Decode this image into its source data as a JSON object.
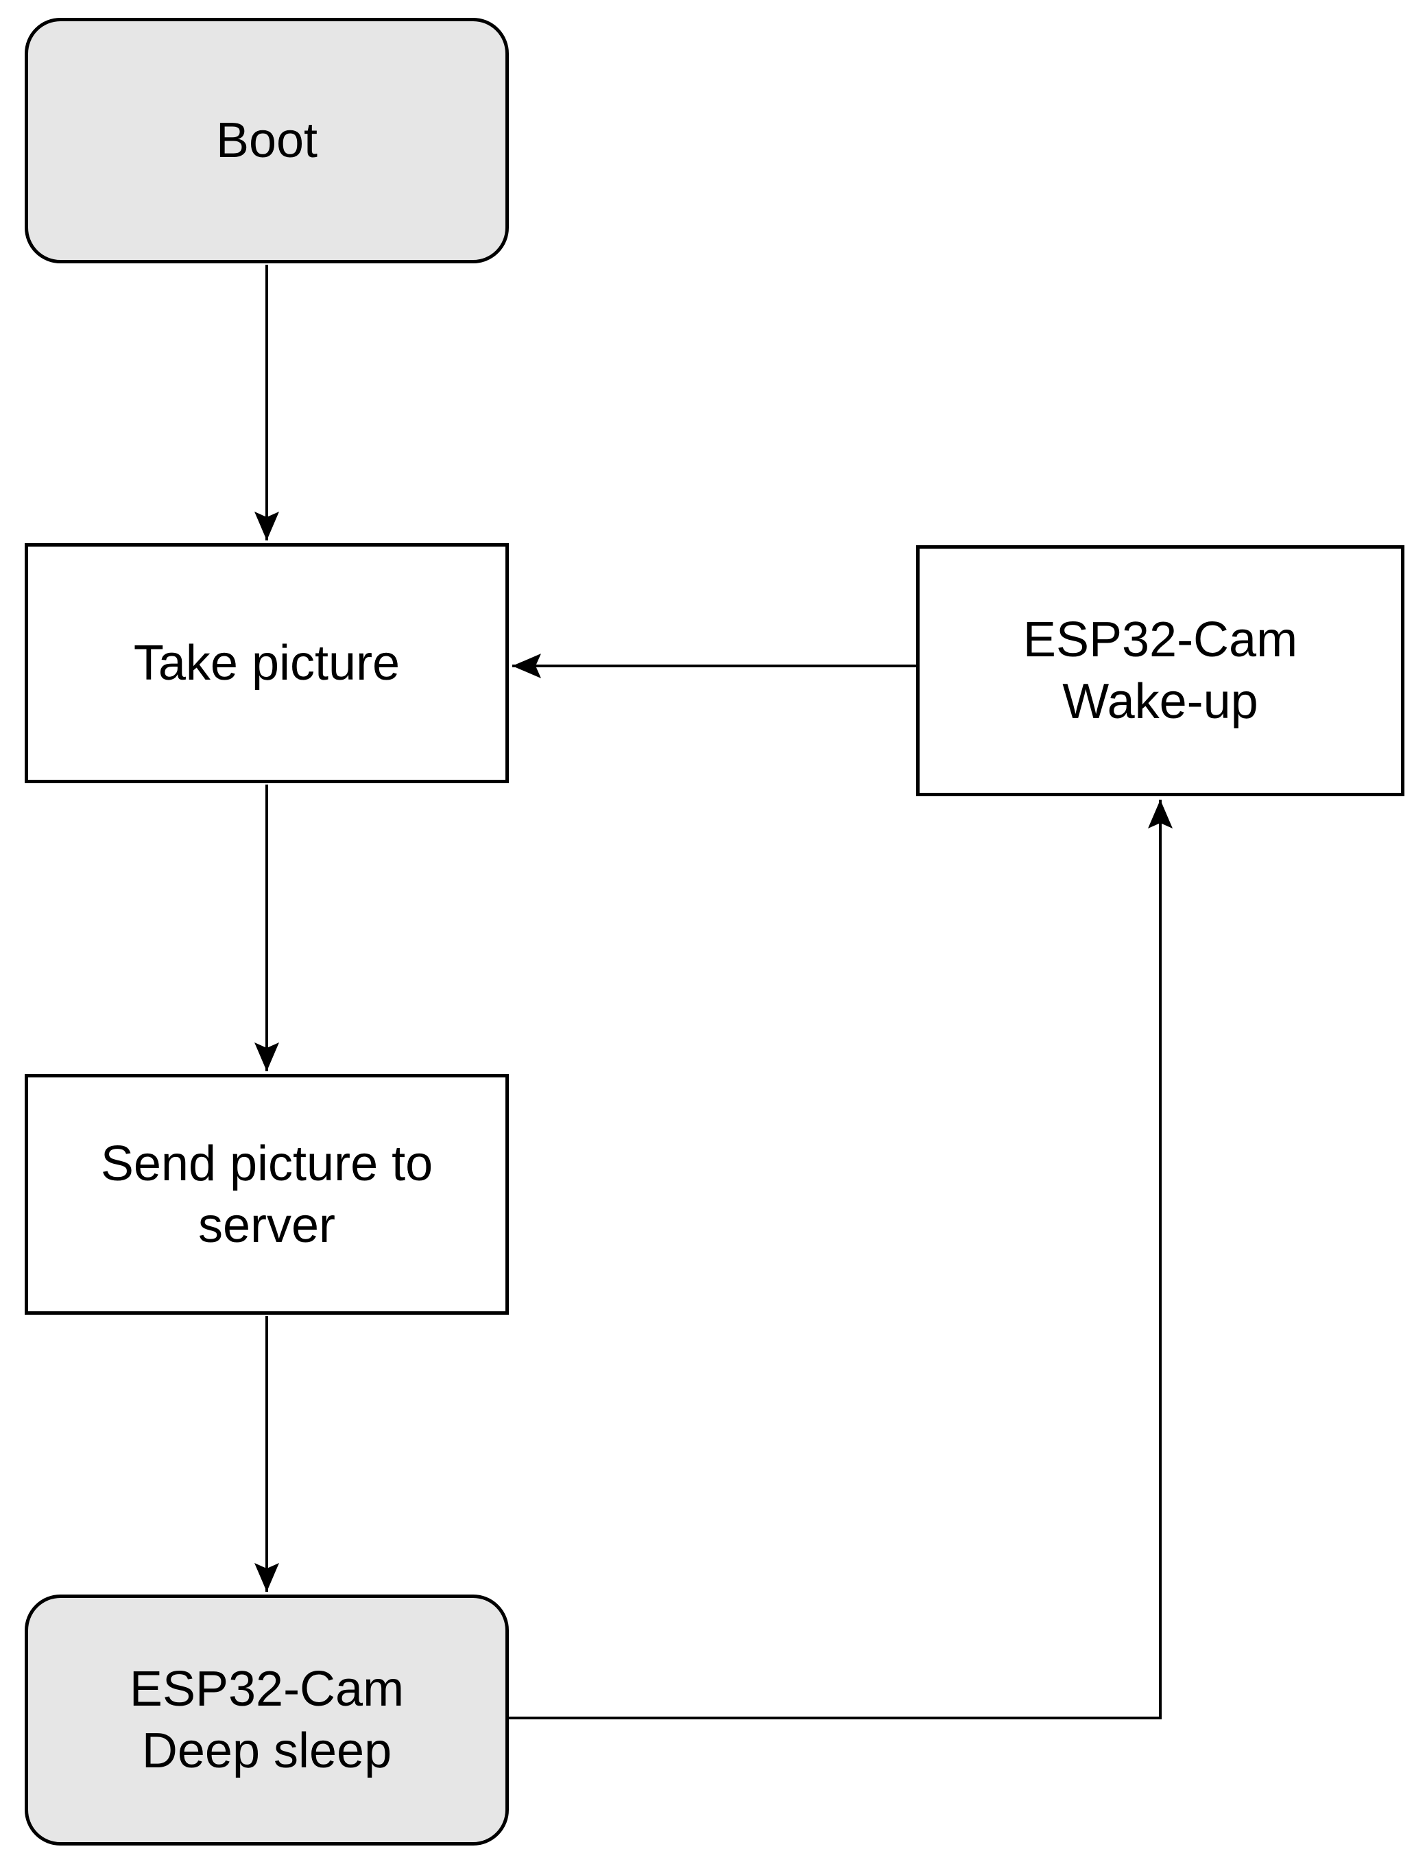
{
  "diagram_type": "flowchart",
  "colors": {
    "background": "#ffffff",
    "terminator_fill": "#e6e6e6",
    "process_fill": "#ffffff",
    "stroke": "#000000",
    "text": "#000000"
  },
  "nodes": {
    "boot": {
      "shape": "rounded-terminator",
      "lines": [
        "Boot"
      ]
    },
    "take_picture": {
      "shape": "rectangle",
      "lines": [
        "Take picture"
      ]
    },
    "wake_up": {
      "shape": "rectangle",
      "lines": [
        "ESP32-Cam",
        "Wake-up"
      ]
    },
    "send_picture": {
      "shape": "rectangle",
      "lines": [
        "Send picture to",
        "server"
      ]
    },
    "deep_sleep": {
      "shape": "rounded-terminator",
      "lines": [
        "ESP32-Cam",
        "Deep sleep"
      ]
    }
  },
  "edges": [
    {
      "from": "boot",
      "to": "take_picture",
      "route": "straight-down"
    },
    {
      "from": "take_picture",
      "to": "send_picture",
      "route": "straight-down"
    },
    {
      "from": "send_picture",
      "to": "deep_sleep",
      "route": "straight-down"
    },
    {
      "from": "wake_up",
      "to": "take_picture",
      "route": "straight-left"
    },
    {
      "from": "deep_sleep",
      "to": "wake_up",
      "route": "right-then-up"
    }
  ]
}
